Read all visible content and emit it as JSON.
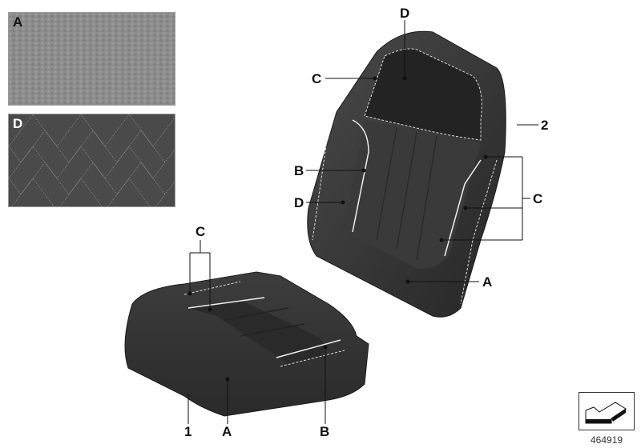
{
  "diagram": {
    "swatches": [
      {
        "label": "A",
        "description": "grained leather texture"
      },
      {
        "label": "D",
        "description": "quilted herringbone texture"
      }
    ],
    "callouts": {
      "backrest_D_top": "D",
      "backrest_C_top": "C",
      "backrest_part": "2",
      "backrest_B": "B",
      "backrest_D_side": "D",
      "backrest_C_side": "C",
      "backrest_A": "A",
      "cushion_C": "C",
      "cushion_part": "1",
      "cushion_A": "A",
      "cushion_B": "B"
    },
    "document_number": "464919",
    "icon": "navigation-arrow-icon",
    "colors": {
      "leather_dark": "#2e2e2e",
      "leather_mid": "#3f3f3f",
      "stitching": "#e6e6e6",
      "swatch_A": "#8a8a8a",
      "swatch_D": "#4e4e4e"
    }
  }
}
